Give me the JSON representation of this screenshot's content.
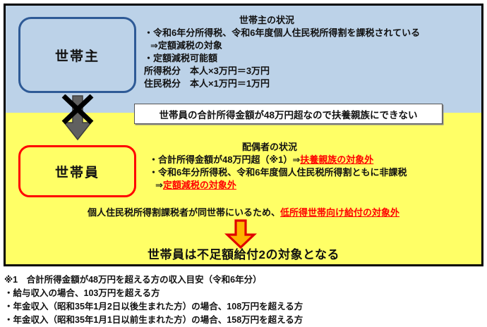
{
  "diagram": {
    "head_box": {
      "label": "世帯主"
    },
    "member_box": {
      "label": "世帯員"
    },
    "head_status": {
      "heading": "世帯主の状況",
      "line1": "・令和6年分所得税、令和6年度個人住民税所得割を課税されている",
      "line2": "⇒定額減税の対象",
      "line3": "・定額減税可能額",
      "line4": "所得税分　本人×3万円＝3万円",
      "line5": "住民税分　本人×1万円＝1万円"
    },
    "callout": {
      "text": "世帯員の合計所得金額が48万円超なので扶養親族にできない"
    },
    "spouse_status": {
      "heading": "配偶者の状況",
      "line1_prefix": "・合計所得金額が48万円超（※1）⇒",
      "line1_highlight": "扶養親族の対象外",
      "line2": "・令和6年分所得税、令和6年度個人住民税所得割ともに非課税",
      "line3_prefix": "⇒",
      "line3_highlight": "定額減税の対象外"
    },
    "low_income": {
      "prefix": "個人住民税所得割課税者が同世帯にいるため、",
      "highlight": "低所得世帯向け給付の対象外"
    },
    "conclusion": {
      "text": "世帯員は不足額給付2の対象となる"
    },
    "arrows": {
      "gray_arrow_blocked": "down-arrow-blocked-icon",
      "orange_arrow": "down-arrow-icon"
    }
  },
  "footnotes": {
    "line1": "※1　合計所得金額が48万円を超える方の収入目安（令和6年分）",
    "line2": "・給与収入の場合、103万円を超える方",
    "line3": "・年金収入（昭和35年1月2日以後生まれた方）の場合、108万円を超える方",
    "line4": "・年金収入（昭和35年1月1日以前生まれた方）の場合、158万円を超える方"
  },
  "colors": {
    "blue_band": "#bcd2e8",
    "yellow_band": "#ffff66",
    "head_border": "#2e5a96",
    "member_border": "#ff0000",
    "highlight_red": "#ff0000",
    "orange_arrow_fill": "#ffb400",
    "orange_arrow_stroke": "#e00000",
    "gray_arrow": "#606060"
  }
}
